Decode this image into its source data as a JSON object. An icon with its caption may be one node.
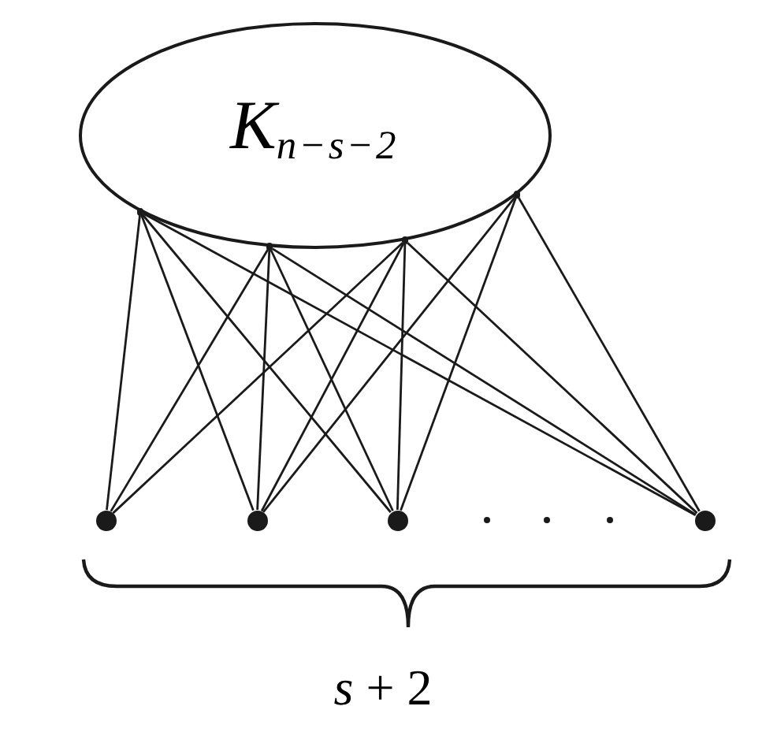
{
  "diagram": {
    "nodes": [
      {
        "text": [
          "K$_{n−s−2}$"
        ]
      },
      {
        "text": [],
        "shape": "circle"
      },
      {
        "text": [],
        "shape": "circle"
      },
      {
        "text": [],
        "shape": "circle"
      },
      {
        "text": [],
        "shape": "circle"
      },
      {
        "text": [],
        "shape": "circle"
      },
      {
        "text": [],
        "shape": "circle"
      },
      {
        "text": [],
        "shape": "circle"
      },
      {
        "text": [],
        "shape": "circle"
      }
    ],
    "edges": [
      {
        "from": 1,
        "to": 5,
        "arrow": "none"
      },
      {
        "from": 1,
        "to": 6,
        "arrow": "none"
      },
      {
        "from": 1,
        "to": 7,
        "arrow": "none"
      },
      {
        "from": 1,
        "to": 8,
        "arrow": "none"
      },
      {
        "from": 2,
        "to": 5,
        "arrow": "none"
      },
      {
        "from": 2,
        "to": 6,
        "arrow": "none"
      },
      {
        "from": 2,
        "to": 7,
        "arrow": "none"
      },
      {
        "from": 2,
        "to": 8,
        "arrow": "none"
      },
      {
        "from": 3,
        "to": 5,
        "arrow": "none"
      },
      {
        "from": 3,
        "to": 6,
        "arrow": "none"
      },
      {
        "from": 3,
        "to": 7,
        "arrow": "none"
      },
      {
        "from": 3,
        "to": 8,
        "arrow": "none"
      },
      {
        "from": 4,
        "to": 6,
        "arrow": "none"
      },
      {
        "from": 4,
        "to": 7,
        "arrow": "none"
      },
      {
        "from": 4,
        "to": 8,
        "arrow": "none"
      }
    ],
    "labels": [
      "*s* + 2"
    ]
  }
}
